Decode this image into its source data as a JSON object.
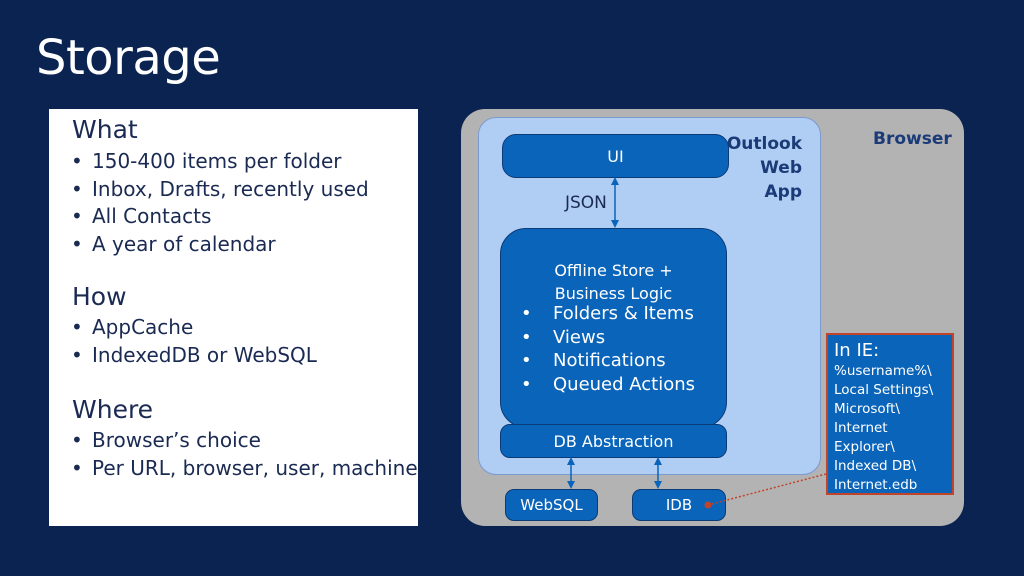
{
  "title": "Storage",
  "left_panel": {
    "sections": [
      {
        "heading": "What",
        "items": [
          "150-400 items per folder",
          "Inbox, Drafts, recently used",
          "All Contacts",
          "A year of calendar"
        ]
      },
      {
        "heading": "How",
        "items": [
          "AppCache",
          "IndexedDB or WebSQL"
        ]
      },
      {
        "heading": "Where",
        "items": [
          "Browser’s choice",
          "Per URL, browser, user, machine"
        ]
      }
    ]
  },
  "diagram": {
    "browser_label": "Browser",
    "owa_label": [
      "Outlook",
      "Web",
      "App"
    ],
    "ui_label": "UI",
    "json_label": "JSON",
    "store_title": [
      "Offline Store +",
      "Business Logic"
    ],
    "store_items": [
      "Folders & Items",
      "Views",
      "Notifications",
      "Queued Actions"
    ],
    "db_abstraction_label": "DB Abstraction",
    "websql_label": "WebSQL",
    "idb_label": "IDB",
    "ie_box": {
      "title": "In IE:",
      "path_lines": [
        "%username%\\",
        "Local Settings\\",
        "Microsoft\\",
        "Internet",
        "Explorer\\",
        "Indexed DB\\",
        "Internet.edb"
      ]
    }
  },
  "colors": {
    "background": "#0b2350",
    "component_blue": "#0a64b9",
    "owa_fill": "#b0cdf3",
    "browser_fill": "#b3b3b3",
    "callout_border": "#c0442a"
  }
}
